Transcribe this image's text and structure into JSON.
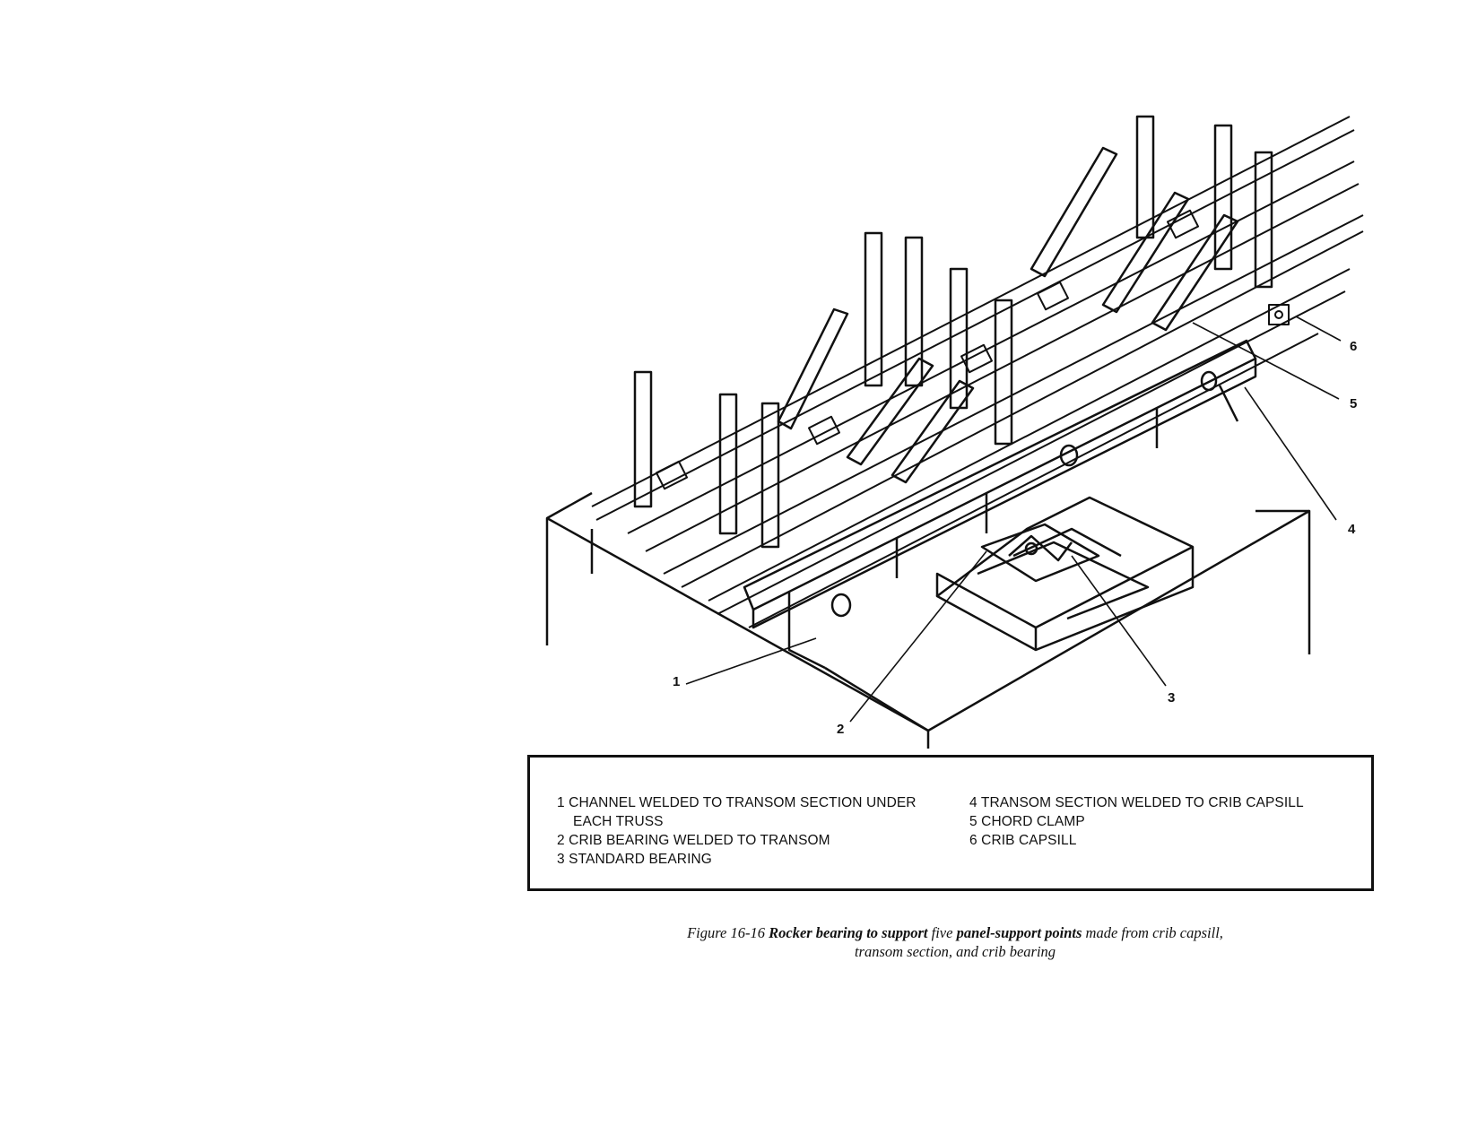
{
  "callouts": [
    "1",
    "2",
    "3",
    "4",
    "5",
    "6"
  ],
  "legend": {
    "left": [
      {
        "num": "1",
        "line1": "CHANNEL WELDED TO TRANSOM SECTION UNDER",
        "line2": "EACH TRUSS"
      },
      {
        "num": "2",
        "line1": "CRIB BEARING WELDED TO TRANSOM",
        "line2": ""
      },
      {
        "num": "3",
        "line1": "STANDARD BEARING",
        "line2": ""
      }
    ],
    "right": [
      {
        "num": "4",
        "line1": "TRANSOM SECTION WELDED TO CRIB CAPSILL"
      },
      {
        "num": "5",
        "line1": "CHORD CLAMP"
      },
      {
        "num": "6",
        "line1": "CRIB CAPSILL"
      }
    ]
  },
  "caption": {
    "fig_label": "Figure 16-16",
    "part1_bold": "Rocker bearing to support",
    "part2": "five",
    "part3_bold": "panel-support points",
    "part4": "made from crib capsill,",
    "line2": "transom section, and crib bearing"
  }
}
